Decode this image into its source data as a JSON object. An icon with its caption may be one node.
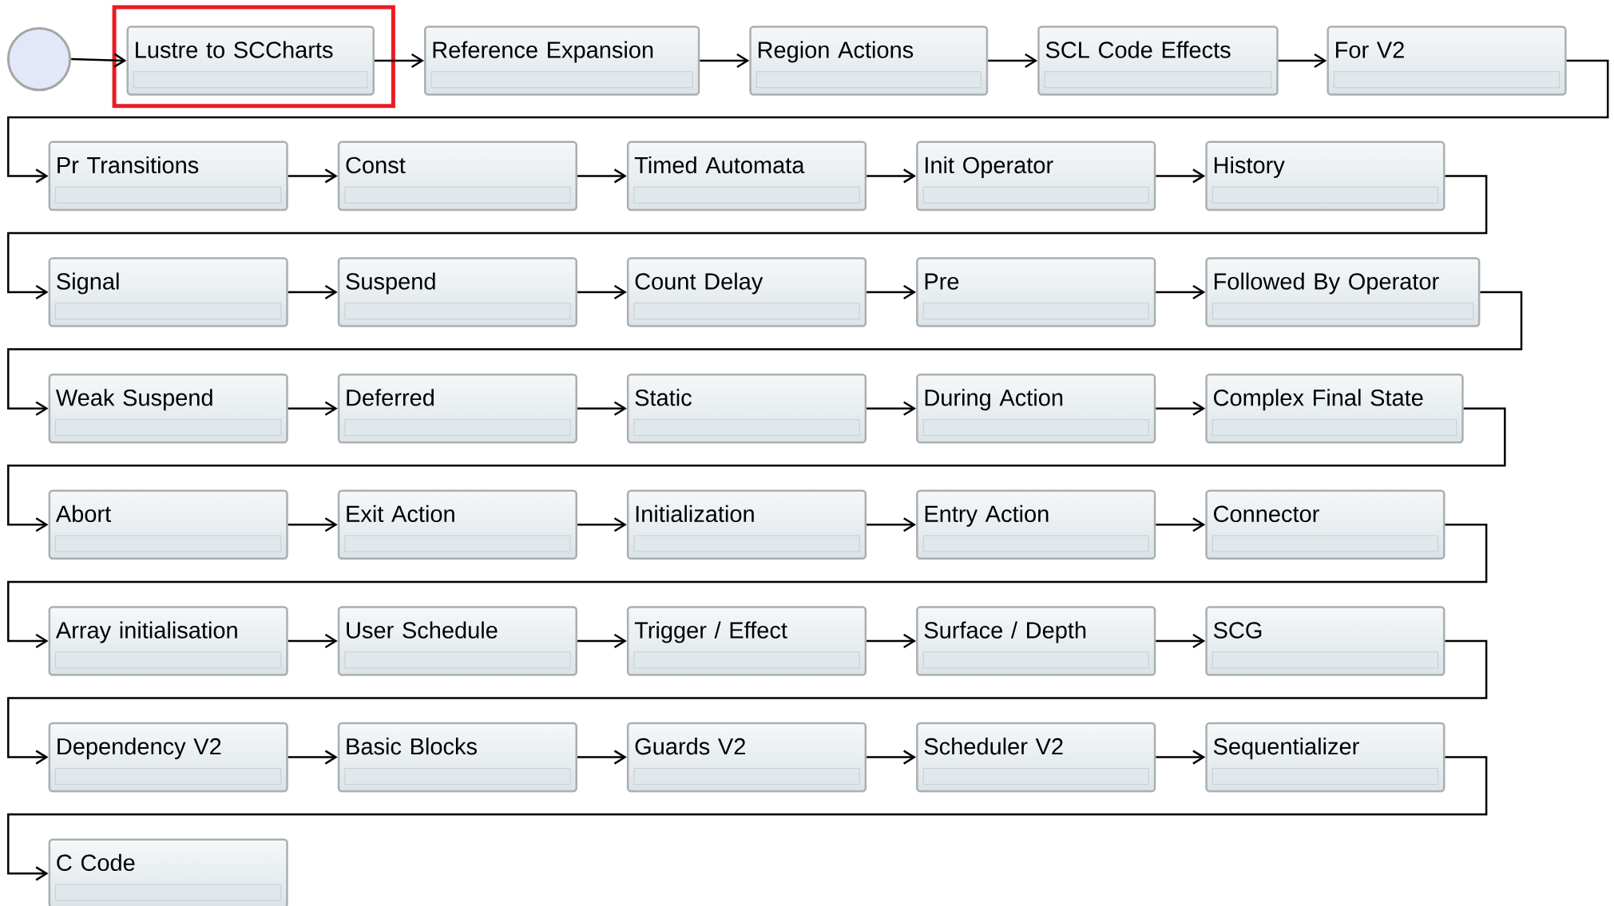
{
  "diagram": {
    "nodes": [
      {
        "text": [],
        "shape": "circle"
      },
      {
        "text": [
          "Lustre to SCCharts"
        ]
      },
      {
        "text": [
          "Reference Expansion"
        ]
      },
      {
        "text": [
          "Region Actions"
        ]
      },
      {
        "text": [
          "SCL Code Effects"
        ]
      },
      {
        "text": [
          "For V2"
        ]
      },
      {
        "text": [
          "Pr Transitions"
        ]
      },
      {
        "text": [
          "Const"
        ]
      },
      {
        "text": [
          "Timed Automata"
        ]
      },
      {
        "text": [
          "Init Operator"
        ]
      },
      {
        "text": [
          "History"
        ]
      },
      {
        "text": [
          "Signal"
        ]
      },
      {
        "text": [
          "Suspend"
        ]
      },
      {
        "text": [
          "Count Delay"
        ]
      },
      {
        "text": [
          "Pre"
        ]
      },
      {
        "text": [
          "Followed By Operator"
        ]
      },
      {
        "text": [
          "Weak Suspend"
        ]
      },
      {
        "text": [
          "Deferred"
        ]
      },
      {
        "text": [
          "Static"
        ]
      },
      {
        "text": [
          "During Action"
        ]
      },
      {
        "text": [
          "Complex Final State"
        ]
      },
      {
        "text": [
          "Abort"
        ]
      },
      {
        "text": [
          "Exit Action"
        ]
      },
      {
        "text": [
          "Initialization"
        ]
      },
      {
        "text": [
          "Entry Action"
        ]
      },
      {
        "text": [
          "Connector"
        ]
      },
      {
        "text": [
          "Array initialisation"
        ]
      },
      {
        "text": [
          "User Schedule"
        ]
      },
      {
        "text": [
          "Trigger / Effect"
        ]
      },
      {
        "text": [
          "Surface / Depth"
        ]
      },
      {
        "text": [
          "SCG"
        ]
      },
      {
        "text": [
          "Dependency V2"
        ]
      },
      {
        "text": [
          "Basic Blocks"
        ]
      },
      {
        "text": [
          "Guards V2"
        ]
      },
      {
        "text": [
          "Scheduler V2"
        ]
      },
      {
        "text": [
          "Sequentializer"
        ]
      },
      {
        "text": [
          "C Code"
        ]
      }
    ],
    "edges": [
      {
        "from": 0,
        "to": 1,
        "arrow": "to"
      },
      {
        "from": 1,
        "to": 2,
        "arrow": "to"
      },
      {
        "from": 2,
        "to": 3,
        "arrow": "to"
      },
      {
        "from": 3,
        "to": 4,
        "arrow": "to"
      },
      {
        "from": 4,
        "to": 5,
        "arrow": "to"
      },
      {
        "from": 5,
        "to": 6,
        "arrow": "to"
      },
      {
        "from": 6,
        "to": 7,
        "arrow": "to"
      },
      {
        "from": 7,
        "to": 8,
        "arrow": "to"
      },
      {
        "from": 8,
        "to": 9,
        "arrow": "to"
      },
      {
        "from": 9,
        "to": 10,
        "arrow": "to"
      },
      {
        "from": 10,
        "to": 11,
        "arrow": "to"
      },
      {
        "from": 11,
        "to": 12,
        "arrow": "to"
      },
      {
        "from": 12,
        "to": 13,
        "arrow": "to"
      },
      {
        "from": 13,
        "to": 14,
        "arrow": "to"
      },
      {
        "from": 14,
        "to": 15,
        "arrow": "to"
      },
      {
        "from": 15,
        "to": 16,
        "arrow": "to"
      },
      {
        "from": 16,
        "to": 17,
        "arrow": "to"
      },
      {
        "from": 17,
        "to": 18,
        "arrow": "to"
      },
      {
        "from": 18,
        "to": 19,
        "arrow": "to"
      },
      {
        "from": 19,
        "to": 20,
        "arrow": "to"
      },
      {
        "from": 20,
        "to": 21,
        "arrow": "to"
      },
      {
        "from": 21,
        "to": 22,
        "arrow": "to"
      },
      {
        "from": 22,
        "to": 23,
        "arrow": "to"
      },
      {
        "from": 23,
        "to": 24,
        "arrow": "to"
      },
      {
        "from": 24,
        "to": 25,
        "arrow": "to"
      },
      {
        "from": 25,
        "to": 26,
        "arrow": "to"
      },
      {
        "from": 26,
        "to": 27,
        "arrow": "to"
      },
      {
        "from": 27,
        "to": 28,
        "arrow": "to"
      },
      {
        "from": 28,
        "to": 29,
        "arrow": "to"
      },
      {
        "from": 29,
        "to": 30,
        "arrow": "to"
      },
      {
        "from": 30,
        "to": 31,
        "arrow": "to"
      },
      {
        "from": 31,
        "to": 32,
        "arrow": "to"
      },
      {
        "from": 32,
        "to": 33,
        "arrow": "to"
      },
      {
        "from": 33,
        "to": 34,
        "arrow": "to"
      },
      {
        "from": 34,
        "to": 35,
        "arrow": "to"
      },
      {
        "from": 35,
        "to": 36,
        "arrow": "to"
      }
    ]
  }
}
